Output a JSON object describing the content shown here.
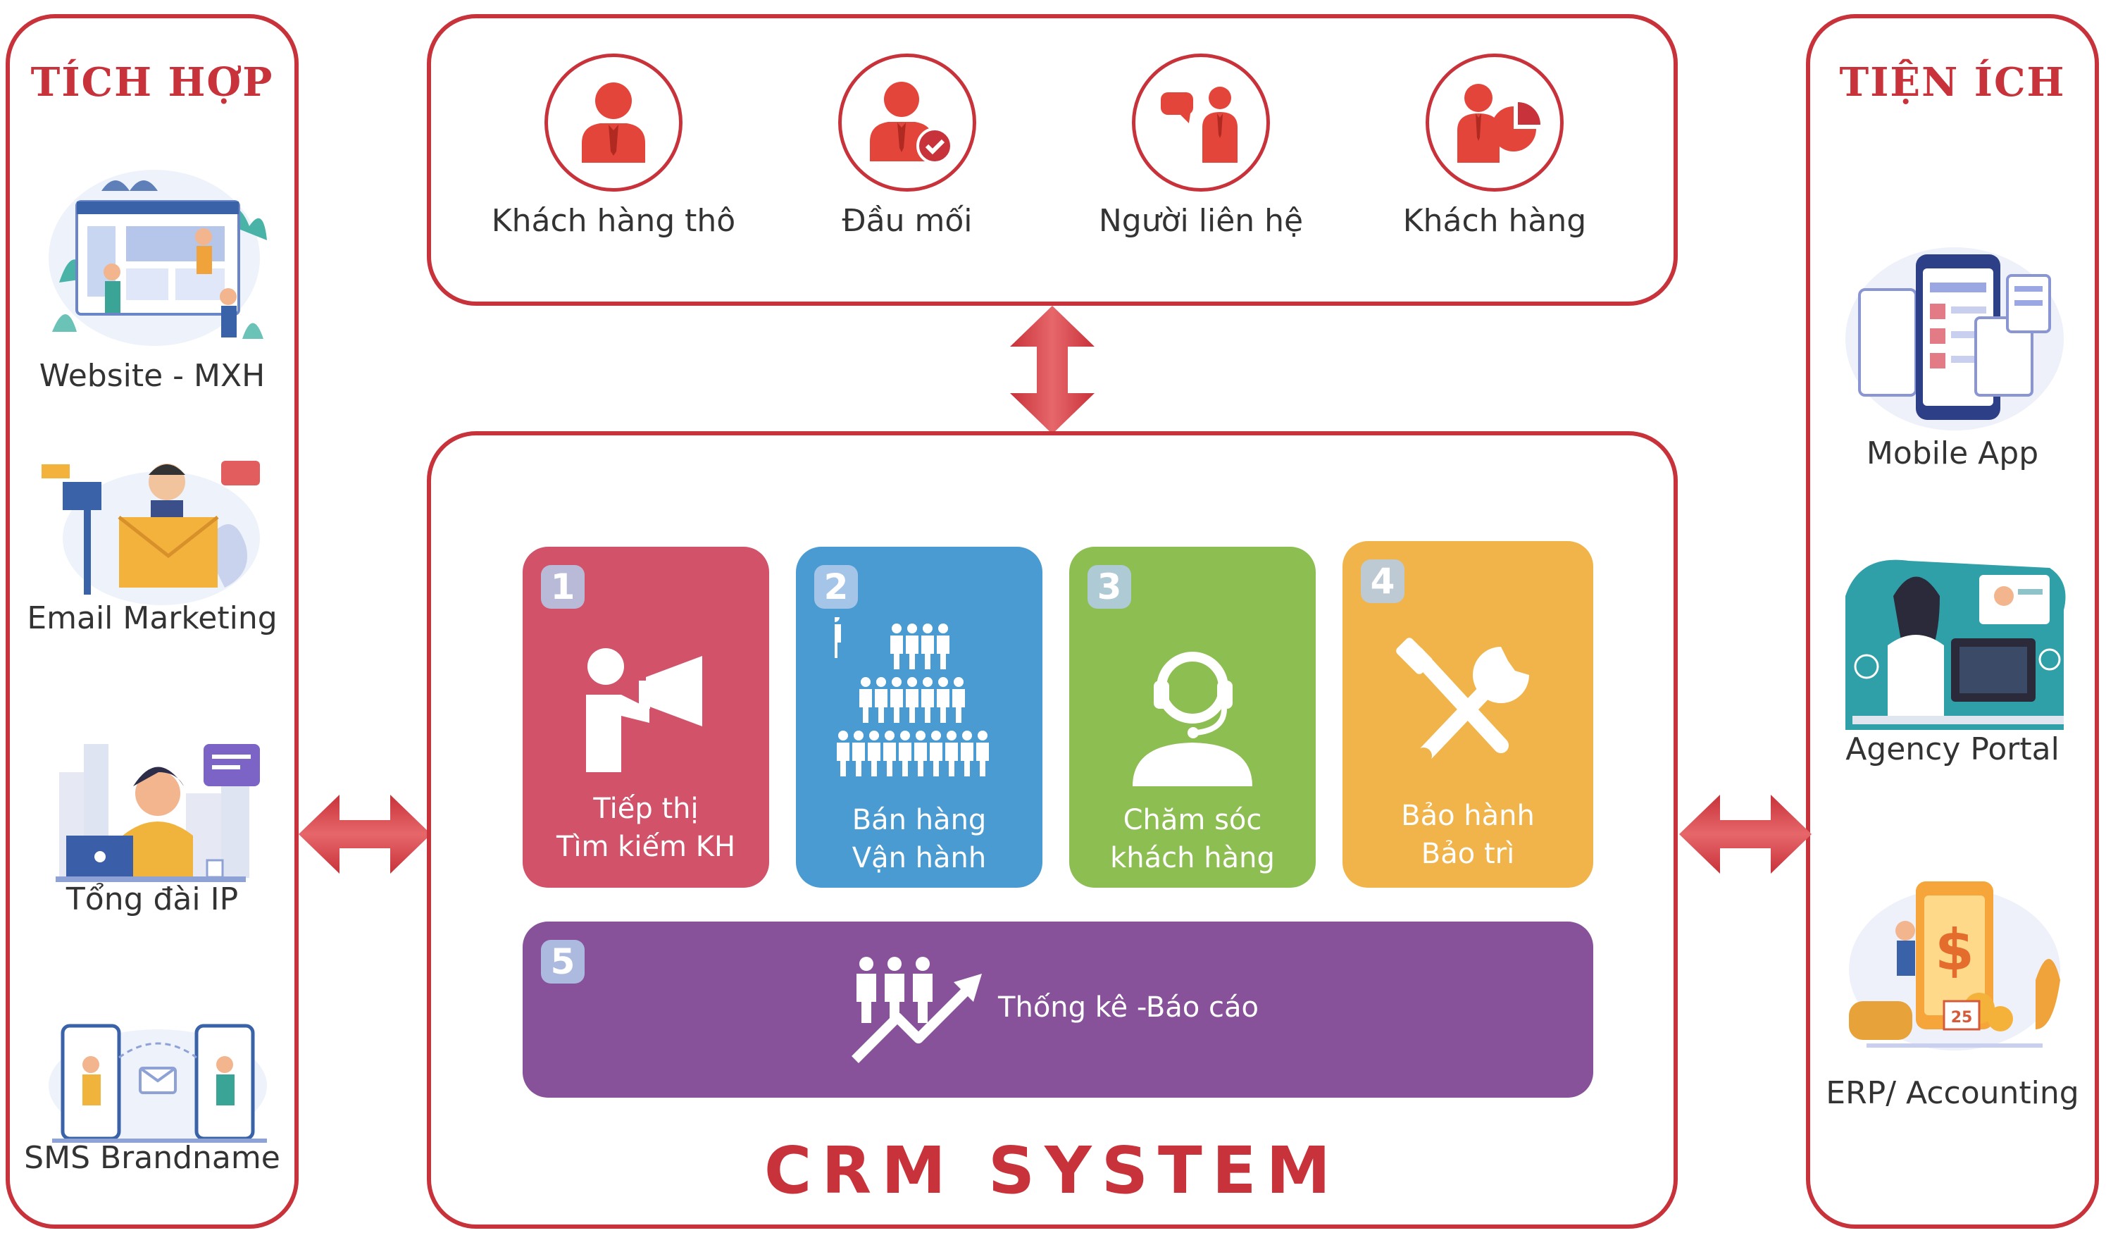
{
  "left_panel": {
    "title": "TÍCH HỢP",
    "items": [
      {
        "label": "Website - MXH",
        "icon": "website-illustration"
      },
      {
        "label": "Email Marketing",
        "icon": "email-illustration"
      },
      {
        "label": "Tổng đài IP",
        "icon": "call-center-illustration"
      },
      {
        "label": "SMS Brandname",
        "icon": "sms-illustration"
      }
    ]
  },
  "right_panel": {
    "title": "TIỆN ÍCH",
    "items": [
      {
        "label": "Mobile App",
        "icon": "mobile-app-illustration"
      },
      {
        "label": "Agency Portal",
        "icon": "agency-portal-illustration"
      },
      {
        "label": "ERP/ Accounting",
        "icon": "accounting-illustration"
      }
    ]
  },
  "top_panel": {
    "items": [
      {
        "label": "Khách hàng thô",
        "icon": "person-icon"
      },
      {
        "label": "Đầu mối",
        "icon": "person-check-icon"
      },
      {
        "label": "Người liên hệ",
        "icon": "person-chat-icon"
      },
      {
        "label": "Khách hàng",
        "icon": "person-chart-icon"
      }
    ]
  },
  "crm": {
    "title": "CRM SYSTEM",
    "modules": [
      {
        "number": "1",
        "line1": "Tiếp thị",
        "line2": "Tìm kiếm KH",
        "color": "#d2526a",
        "icon": "megaphone-icon"
      },
      {
        "number": "2",
        "line1": "Bán hàng",
        "line2": "Vận hành",
        "color": "#4a9bd1",
        "icon": "people-pyramid-icon"
      },
      {
        "number": "3",
        "line1": "Chăm sóc",
        "line2": "khách hàng",
        "color": "#8dbe52",
        "icon": "headset-icon"
      },
      {
        "number": "4",
        "line1": "Bảo hành",
        "line2": "Bảo trì",
        "color": "#f0b44a",
        "icon": "tools-icon"
      },
      {
        "number": "5",
        "line1": "Thống kê -Báo cáo",
        "color": "#87529a",
        "icon": "growth-chart-icon"
      }
    ]
  },
  "colors": {
    "brand_red": "#c8323a",
    "arrow_red": "#d9474a"
  }
}
